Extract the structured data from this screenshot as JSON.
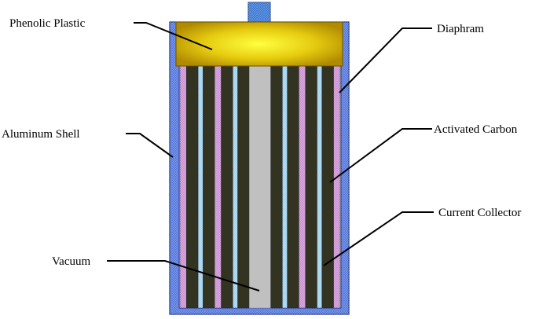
{
  "labels": {
    "phenolic_plastic": "Phenolic Plastic",
    "aluminum_shell": "Aluminum Shell",
    "vacuum": "Vacuum",
    "diaphram": "Diaphram",
    "activated_carbon": "Activated Carbon",
    "current_collector": "Current Collector"
  },
  "colors": {
    "aluminum_shell": "#4a6fdc",
    "phenolic_plastic": "#d8b400",
    "activated_carbon": "#333322",
    "current_collector": "#9bd0f0",
    "diaphram": "#c78ad0",
    "vacuum": "#c0c0c0",
    "terminal": "#2f6fd0"
  },
  "layer_sequence": [
    "diaphram",
    "activated_carbon",
    "current_collector",
    "activated_carbon",
    "diaphram",
    "activated_carbon",
    "current_collector",
    "activated_carbon",
    "vacuum",
    "activated_carbon",
    "current_collector",
    "activated_carbon",
    "diaphram",
    "activated_carbon",
    "current_collector",
    "activated_carbon",
    "diaphram"
  ]
}
